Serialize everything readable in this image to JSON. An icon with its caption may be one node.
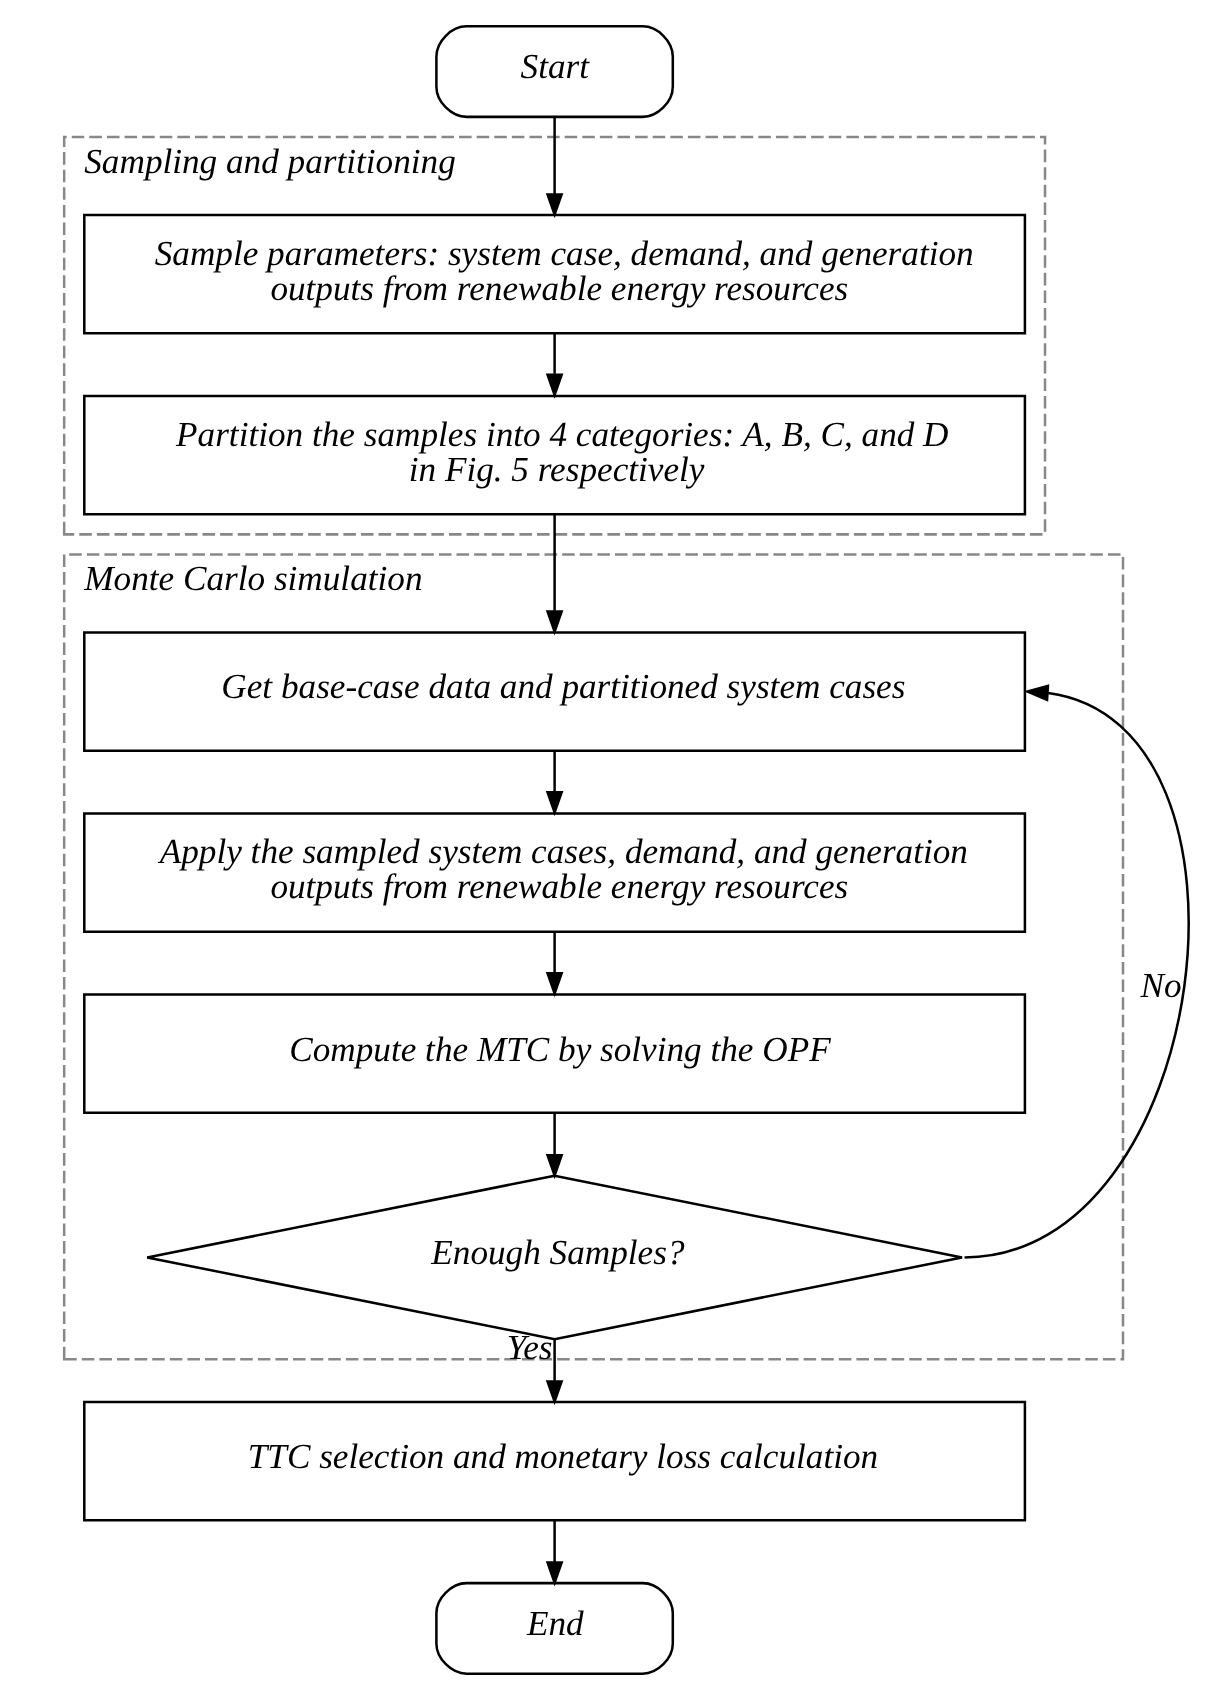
{
  "diagram": {
    "nodes": [
      {
        "text": [
          "Start"
        ]
      },
      {
        "text": [
          "Sampling and partitioning"
        ]
      },
      {
        "text": [
          "Sample parameters: system case, demand, and generation outputs from renewable energy resources"
        ],
        "in": 1
      },
      {
        "text": [
          "Partition the samples into 4 categories: A, B, C, and D in Fig. 5 respectively"
        ],
        "in": 1
      },
      {
        "text": [
          "Monte Carlo simulation"
        ]
      },
      {
        "text": [
          "Get base-case data and partitioned system cases"
        ],
        "in": 4
      },
      {
        "text": [
          "Apply the sampled system cases, demand, and generation outputs from renewable energy resources"
        ],
        "in": 4
      },
      {
        "text": [
          "Compute the MTC by solving the OPF"
        ],
        "in": 4
      },
      {
        "text": [
          "Enough Samples?"
        ],
        "in": 4
      },
      {
        "text": [
          "TTC selection and monetary loss calculation"
        ]
      },
      {
        "text": [
          "End"
        ]
      }
    ],
    "edges": [
      {
        "from": 0,
        "to": 2,
        "arrow": "to"
      },
      {
        "from": 2,
        "to": 3,
        "arrow": "to"
      },
      {
        "from": 3,
        "to": 5,
        "arrow": "to"
      },
      {
        "from": 5,
        "to": 6,
        "arrow": "to"
      },
      {
        "from": 6,
        "to": 7,
        "arrow": "to"
      },
      {
        "from": 7,
        "to": 8,
        "arrow": "to"
      },
      {
        "from": 8,
        "to": 5,
        "arrow": "to",
        "label": "No"
      },
      {
        "from": 8,
        "to": 9,
        "arrow": "to",
        "label": "Yes"
      },
      {
        "from": 9,
        "to": 10,
        "arrow": "to"
      }
    ]
  }
}
